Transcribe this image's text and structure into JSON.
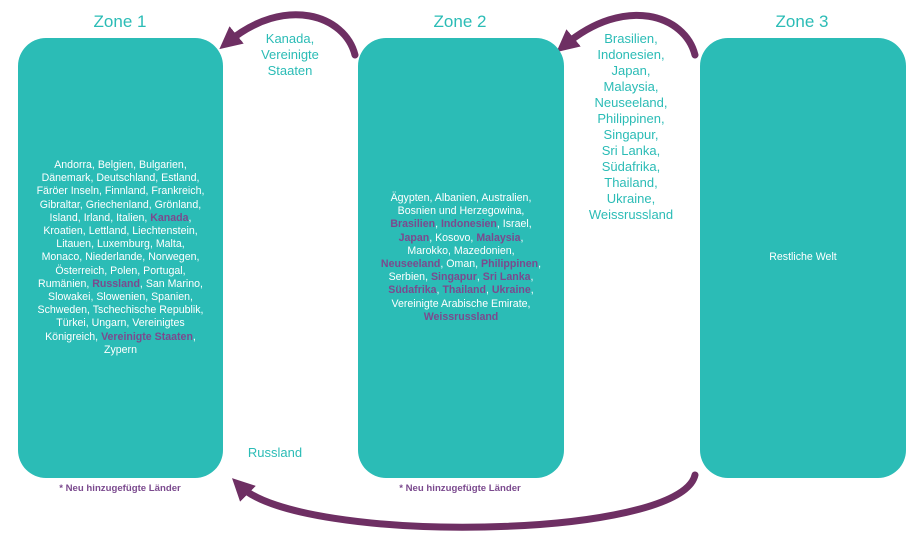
{
  "zones": [
    {
      "title": "Zone 1",
      "countries": [
        {
          "name": "Andorra"
        },
        {
          "name": "Belgien"
        },
        {
          "name": "Bulgarien"
        },
        {
          "name": "Dänemark"
        },
        {
          "name": "Deutschland"
        },
        {
          "name": "Estland"
        },
        {
          "name": "Färöer Inseln"
        },
        {
          "name": "Finnland"
        },
        {
          "name": "Frankreich"
        },
        {
          "name": "Gibraltar"
        },
        {
          "name": "Griechenland"
        },
        {
          "name": "Grönland"
        },
        {
          "name": "Island"
        },
        {
          "name": "Irland"
        },
        {
          "name": "Italien"
        },
        {
          "name": "Kanada",
          "new": true
        },
        {
          "name": "Kroatien"
        },
        {
          "name": "Lettland"
        },
        {
          "name": "Liechtenstein"
        },
        {
          "name": "Litauen"
        },
        {
          "name": "Luxemburg"
        },
        {
          "name": "Malta"
        },
        {
          "name": "Monaco"
        },
        {
          "name": "Niederlande"
        },
        {
          "name": "Norwegen"
        },
        {
          "name": "Österreich"
        },
        {
          "name": "Polen"
        },
        {
          "name": "Portugal"
        },
        {
          "name": "Rumänien"
        },
        {
          "name": "Russland",
          "new": true
        },
        {
          "name": "San Marino"
        },
        {
          "name": "Slowakei"
        },
        {
          "name": "Slowenien"
        },
        {
          "name": "Spanien"
        },
        {
          "name": "Schweden"
        },
        {
          "name": "Tschechische Republik"
        },
        {
          "name": "Türkei"
        },
        {
          "name": "Ungarn"
        },
        {
          "name": "Vereinigtes Königreich"
        },
        {
          "name": "Vereinigte Staaten",
          "new": true
        },
        {
          "name": "Zypern"
        }
      ],
      "footnote": "* Neu hinzugefügte Länder"
    },
    {
      "title": "Zone 2",
      "countries": [
        {
          "name": "Ägypten"
        },
        {
          "name": "Albanien"
        },
        {
          "name": "Australien"
        },
        {
          "name": "Bosnien und Herzegowina"
        },
        {
          "name": "Brasilien",
          "new": true
        },
        {
          "name": "Indonesien",
          "new": true
        },
        {
          "name": "Israel"
        },
        {
          "name": "Japan",
          "new": true
        },
        {
          "name": "Kosovo"
        },
        {
          "name": "Malaysia",
          "new": true
        },
        {
          "name": "Marokko"
        },
        {
          "name": "Mazedonien"
        },
        {
          "name": "Neuseeland",
          "new": true
        },
        {
          "name": "Oman"
        },
        {
          "name": "Philippinen",
          "new": true
        },
        {
          "name": "Serbien"
        },
        {
          "name": "Singapur",
          "new": true
        },
        {
          "name": "Sri Lanka",
          "new": true
        },
        {
          "name": "Südafrika",
          "new": true
        },
        {
          "name": "Thailand",
          "new": true
        },
        {
          "name": "Ukraine",
          "new": true
        },
        {
          "name": "Vereinigte Arabische Emirate"
        },
        {
          "name": "Weissrussland",
          "new": true
        }
      ],
      "footnote": "* Neu hinzugefügte Länder"
    },
    {
      "title": "Zone 3",
      "countries": [
        {
          "name": "Restliche Welt"
        }
      ]
    }
  ],
  "moves": {
    "to_zone1_from_zone2": "Kanada,\nVereinigte\nStaaten",
    "to_zone2_from_zone3": "Brasilien,\nIndonesien,\nJapan,\nMalaysia,\nNeuseeland,\nPhilippinen,\nSingapur,\nSri Lanka,\nSüdafrika,\nThailand,\nUkraine,\nWeissrussland",
    "to_zone1_from_zone3": "Russland"
  },
  "colors": {
    "teal": "#2bbcb6",
    "purple": "#6e2f63",
    "new_country": "#7b4a8e",
    "text_on_box": "#ffffff"
  }
}
